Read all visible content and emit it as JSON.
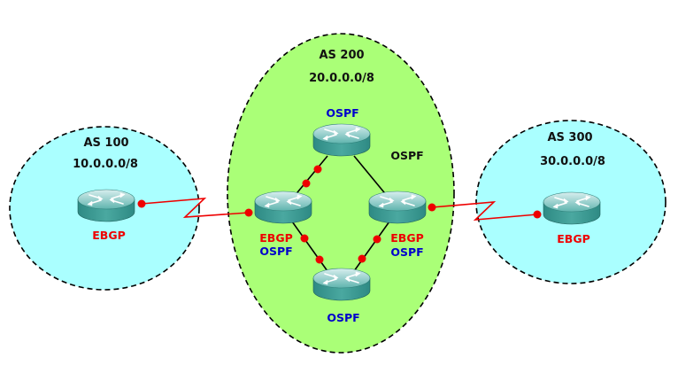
{
  "colors": {
    "as_side_fill": "#aaffff",
    "as_center_fill": "#aaff77",
    "ebgp_text": "#ee0000",
    "ospf_text": "#0000cc",
    "ospf_plain_text": "#111111",
    "link_ebgp": "#ee0000",
    "link_internal": "#000000",
    "router_body": "#3a9a92"
  },
  "autonomous_systems": [
    {
      "id": "as100",
      "name": "AS 100",
      "network": "10.0.0.0/8"
    },
    {
      "id": "as200",
      "name": "AS 200",
      "network": "20.0.0.0/8"
    },
    {
      "id": "as300",
      "name": "AS 300",
      "network": "30.0.0.0/8"
    }
  ],
  "labels": {
    "as100_router": "EBGP",
    "as300_router": "EBGP",
    "as200_top_router": "OSPF",
    "as200_top_right_link": "OSPF",
    "as200_left_router_ebgp": "EBGP",
    "as200_left_router_ospf": "OSPF",
    "as200_right_router_ebgp": "EBGP",
    "as200_right_router_ospf": "OSPF",
    "as200_bottom_router": "OSPF"
  },
  "icons": {
    "router": "router-icon",
    "link_endpoint": "link-endpoint-dot"
  }
}
